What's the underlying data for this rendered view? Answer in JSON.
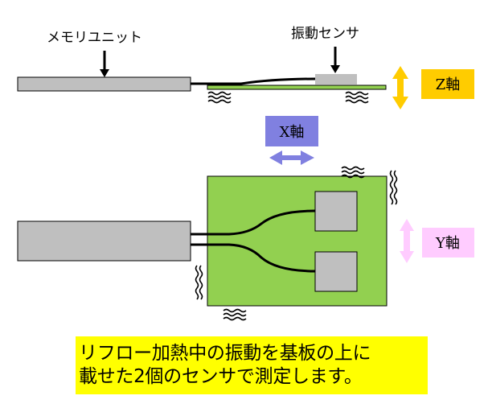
{
  "diagram": {
    "top_view_labels": {
      "memory_unit": "メモリユニット",
      "vibration_sensor": "振動センサ"
    },
    "axes": [
      {
        "id": "z",
        "label": "Z軸",
        "color": "#FFCC00",
        "arrow_color": "#FFCC00",
        "direction": "vertical"
      },
      {
        "id": "x",
        "label": "X軸",
        "color": "#8080E0",
        "arrow_color": "#8080E0",
        "direction": "horizontal"
      },
      {
        "id": "y",
        "label": "Y軸",
        "color": "#FFCCFF",
        "arrow_color": "#FFCCFF",
        "direction": "vertical"
      }
    ],
    "colors": {
      "board": "#92D050",
      "unit": "#BFBFBF",
      "caption_bg": "#FFFF00"
    },
    "sensor_count": 2,
    "caption": {
      "line1": "リフロー加熱中の振動を基板の上に",
      "line2": "載せた2個のセンサで測定します。"
    }
  }
}
